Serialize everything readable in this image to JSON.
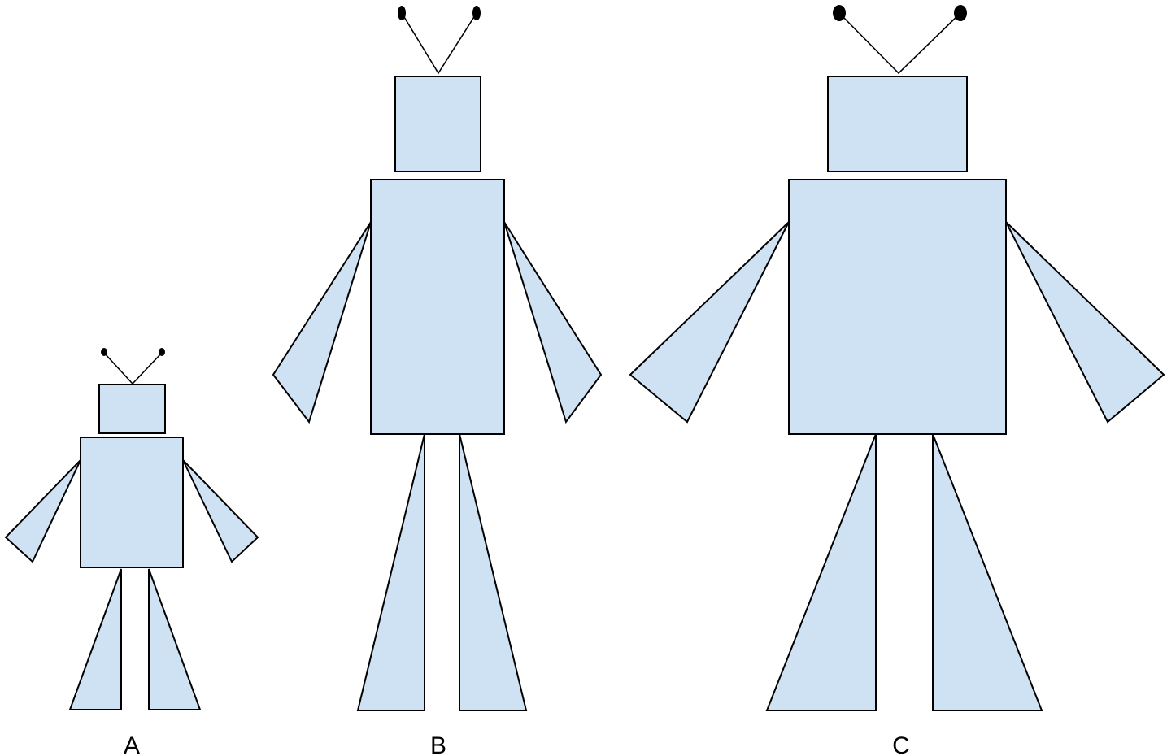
{
  "colors": {
    "fill": "#cfe2f3",
    "stroke": "#000000",
    "background": "#ffffff"
  },
  "robots": [
    {
      "id": "a",
      "label": "A"
    },
    {
      "id": "b",
      "label": "B"
    },
    {
      "id": "c",
      "label": "C"
    }
  ]
}
